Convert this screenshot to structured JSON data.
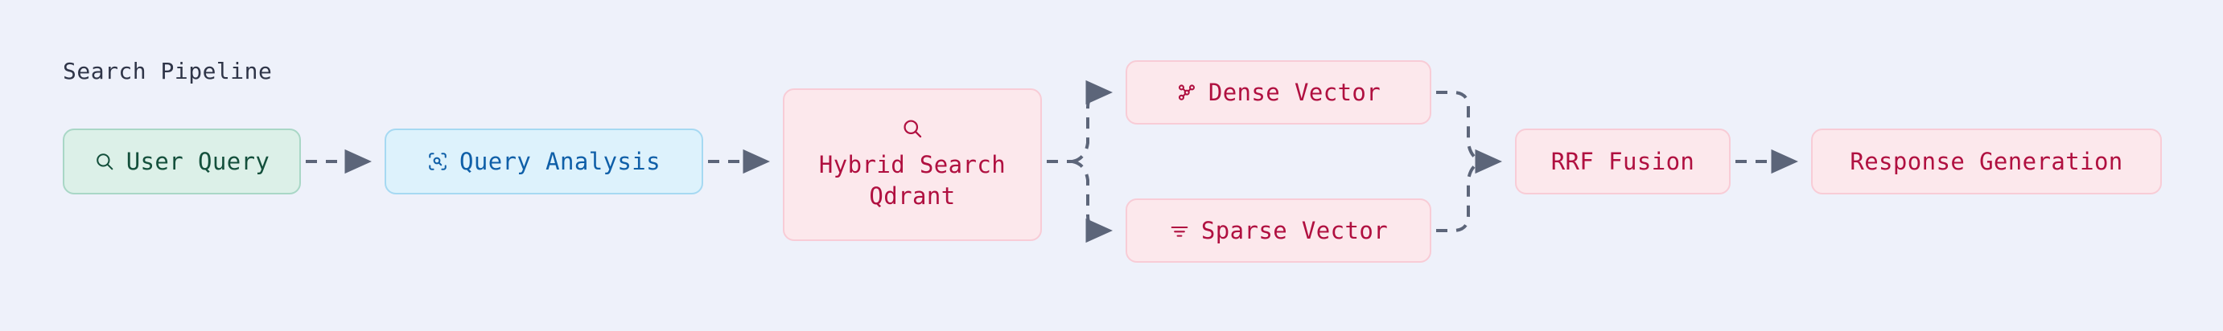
{
  "diagram": {
    "title": "Search Pipeline",
    "type": "flowchart",
    "direction": "left-to-right",
    "background_color": "#eef1fa",
    "edge_color": "#5c6579",
    "edge_style": "dashed-with-arrowhead"
  },
  "palette": {
    "green_bg": "#dcf0e8",
    "green_border": "#a9d7c6",
    "green_text": "#14503c",
    "blue_bg": "#ddf2fc",
    "blue_border": "#a6d9f2",
    "blue_text": "#0f5fa8",
    "pink_bg": "#fce8ec",
    "pink_border": "#f8ccd6",
    "pink_text": "#b01040",
    "title_text": "#2f3548"
  },
  "nodes": [
    {
      "id": "user-query",
      "label": "User Query",
      "icon": "search-icon",
      "color": "green"
    },
    {
      "id": "query-analysis",
      "label": "Query Analysis",
      "icon": "scan-search-icon",
      "color": "blue"
    },
    {
      "id": "hybrid-search",
      "label_line1": "Hybrid Search",
      "label_line2": "Qdrant",
      "icon": "search-icon",
      "color": "pink"
    },
    {
      "id": "dense-vector",
      "label": "Dense Vector",
      "icon": "network-nodes-icon",
      "color": "pink"
    },
    {
      "id": "sparse-vector",
      "label": "Sparse Vector",
      "icon": "filter-lines-icon",
      "color": "pink"
    },
    {
      "id": "rrf-fusion",
      "label": "RRF Fusion",
      "icon": null,
      "color": "pink"
    },
    {
      "id": "response-generation",
      "label": "Response Generation",
      "icon": null,
      "color": "pink"
    }
  ],
  "edges": [
    {
      "from": "user-query",
      "to": "query-analysis"
    },
    {
      "from": "query-analysis",
      "to": "hybrid-search"
    },
    {
      "from": "hybrid-search",
      "to": "dense-vector"
    },
    {
      "from": "hybrid-search",
      "to": "sparse-vector"
    },
    {
      "from": "dense-vector",
      "to": "rrf-fusion"
    },
    {
      "from": "sparse-vector",
      "to": "rrf-fusion"
    },
    {
      "from": "rrf-fusion",
      "to": "response-generation"
    }
  ]
}
